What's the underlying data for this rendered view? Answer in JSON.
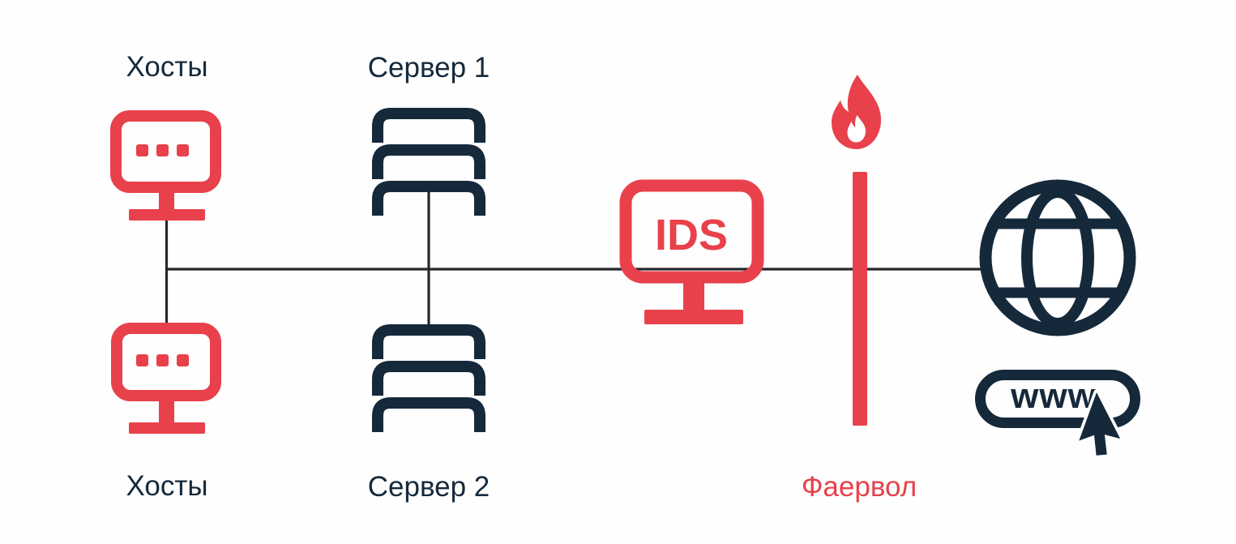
{
  "colors": {
    "red": "#E8414B",
    "navy": "#15293B",
    "line": "#26282C",
    "background": "#FEFEFE"
  },
  "nodes": {
    "hosts_top": {
      "label": "Хосты",
      "icon": "monitor-dots-icon"
    },
    "server1": {
      "label": "Сервер 1",
      "icon": "server-stack-icon"
    },
    "hosts_bottom": {
      "label": "Хосты",
      "icon": "monitor-dots-icon"
    },
    "server2": {
      "label": "Сервер 2",
      "icon": "server-stack-icon"
    },
    "ids": {
      "screen_text": "IDS",
      "icon": "monitor-icon"
    },
    "firewall": {
      "label": "Фаервол",
      "icon": "flame-icon"
    },
    "internet": {
      "badge_text": "www",
      "icon": "globe-icon"
    }
  }
}
